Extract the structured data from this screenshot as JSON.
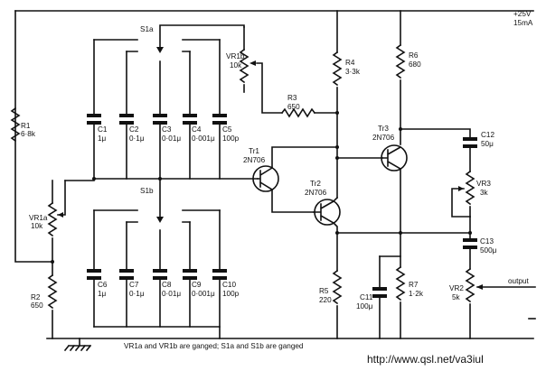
{
  "supply": {
    "voltage": "+25V",
    "current": "15mA"
  },
  "resistors": {
    "R1": {
      "name": "R1",
      "value": "6·8k"
    },
    "R2": {
      "name": "R2",
      "value": "650"
    },
    "R3": {
      "name": "R3",
      "value": "650"
    },
    "R4": {
      "name": "R4",
      "value": "3·3k"
    },
    "R5": {
      "name": "R5",
      "value": "220"
    },
    "R6": {
      "name": "R6",
      "value": "680"
    },
    "R7": {
      "name": "R7",
      "value": "1·2k"
    }
  },
  "pots": {
    "VR1a": {
      "name": "VR1a",
      "value": "10k"
    },
    "VR1b": {
      "name": "VR1b",
      "value": "10k"
    },
    "VR2": {
      "name": "VR2",
      "value": "5k"
    },
    "VR3": {
      "name": "VR3",
      "value": "3k"
    }
  },
  "caps": {
    "C1": {
      "name": "C1",
      "value": "1μ"
    },
    "C2": {
      "name": "C2",
      "value": "0·1μ"
    },
    "C3": {
      "name": "C3",
      "value": "0·01μ"
    },
    "C4": {
      "name": "C4",
      "value": "0·001μ"
    },
    "C5": {
      "name": "C5",
      "value": "100p"
    },
    "C6": {
      "name": "C6",
      "value": "1μ"
    },
    "C7": {
      "name": "C7",
      "value": "0·1μ"
    },
    "C8": {
      "name": "C8",
      "value": "0·01μ"
    },
    "C9": {
      "name": "C9",
      "value": "0·001μ"
    },
    "C10": {
      "name": "C10",
      "value": "100p"
    },
    "C11": {
      "name": "C11",
      "value": "100μ"
    },
    "C12": {
      "name": "C12",
      "value": "50μ"
    },
    "C13": {
      "name": "C13",
      "value": "500μ"
    }
  },
  "transistors": {
    "Tr1": {
      "name": "Tr1",
      "type": "2N706"
    },
    "Tr2": {
      "name": "Tr2",
      "type": "2N706"
    },
    "Tr3": {
      "name": "Tr3",
      "type": "2N706"
    }
  },
  "switches": {
    "S1a": "S1a",
    "S1b": "S1b"
  },
  "output_label": "output",
  "note": "VR1a and VR1b are ganged;  S1a and S1b are ganged",
  "url": "http://www.qsl.net/va3iul"
}
